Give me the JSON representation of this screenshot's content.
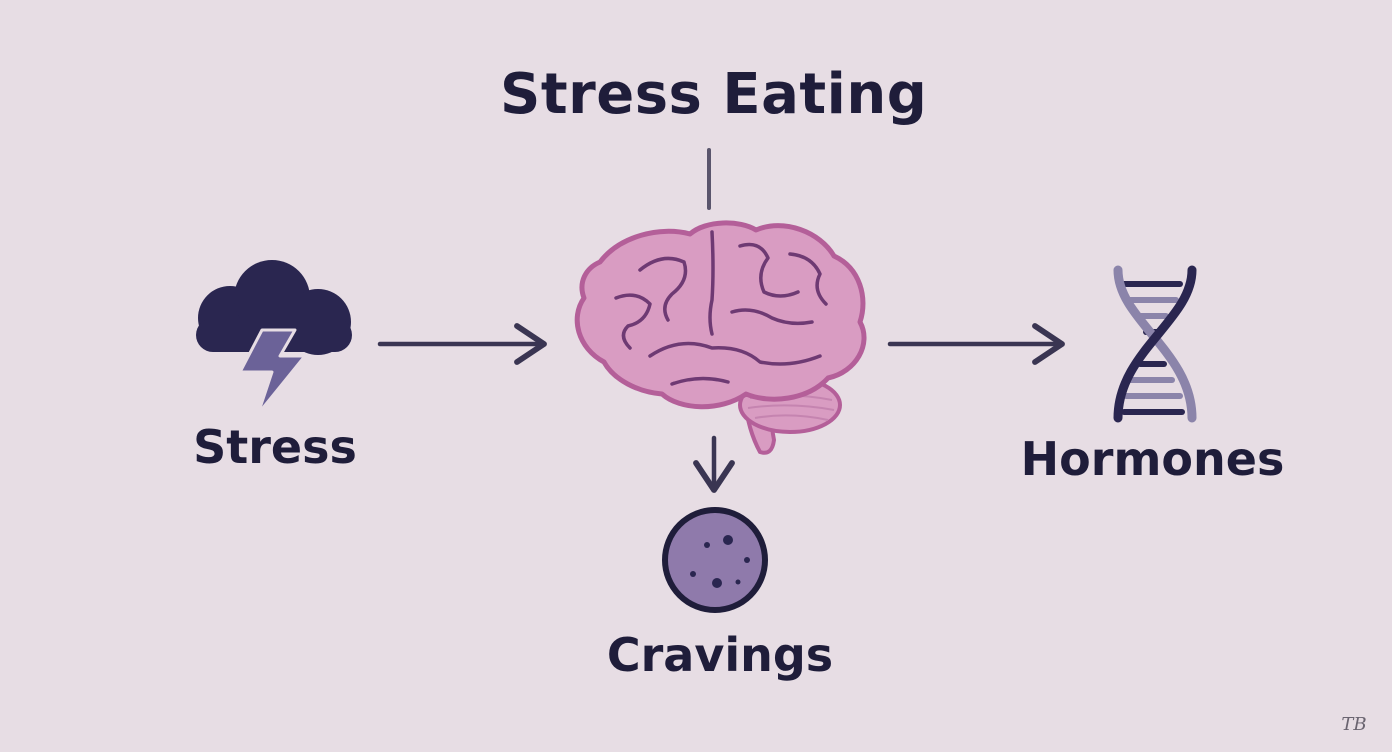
{
  "diagram": {
    "title": "Stress Eating",
    "nodes": {
      "stress": {
        "label": "Stress",
        "icon": "storm-cloud-icon"
      },
      "brain": {
        "label": "",
        "icon": "brain-icon"
      },
      "hormones": {
        "label": "Hormones",
        "icon": "dna-helix-icon"
      },
      "cravings": {
        "label": "Cravings",
        "icon": "cookie-icon"
      }
    },
    "edges": [
      {
        "from": "stress",
        "to": "brain"
      },
      {
        "from": "brain",
        "to": "hormones"
      },
      {
        "from": "brain",
        "to": "cravings"
      }
    ],
    "signature": "TB"
  },
  "colors": {
    "background": "#e7dde4",
    "ink": "#1f1d3a",
    "arrow": "#3a3552",
    "brain_fill": "#d99cc2",
    "brain_stroke": "#b45f99",
    "brain_fold": "#6e3a73",
    "lightning": "#6b6298",
    "cookie_fill": "#8f7aab",
    "dna_light": "#8b84aa"
  }
}
